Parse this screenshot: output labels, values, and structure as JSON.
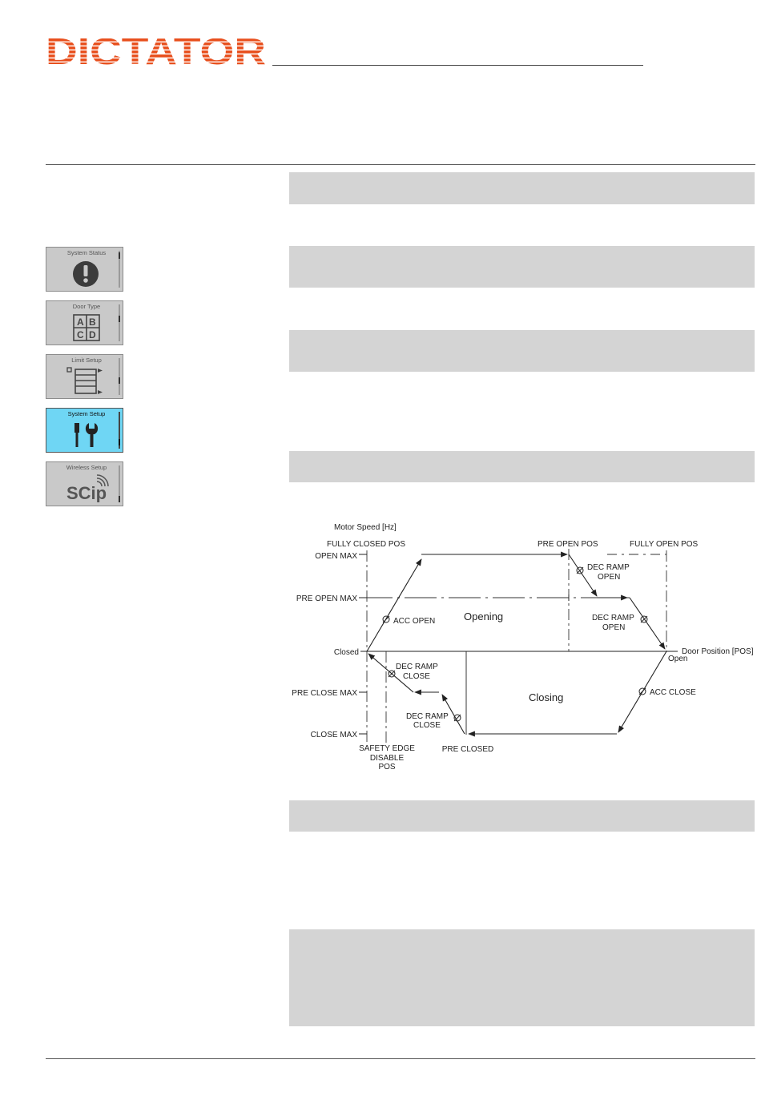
{
  "brand": {
    "logo_text": "DICTATOR",
    "logo_color": "#e8501e"
  },
  "sidebar": {
    "items": [
      {
        "label": "System Status",
        "icon": "exclamation-icon",
        "active": false
      },
      {
        "label": "Door Type",
        "icon": "abcd-grid-icon",
        "active": false
      },
      {
        "label": "Limit Setup",
        "icon": "door-limits-icon",
        "active": false
      },
      {
        "label": "System Setup",
        "icon": "tools-icon",
        "active": true
      },
      {
        "label": "Wireless Setup",
        "icon": "scip-wireless-icon",
        "active": false
      }
    ],
    "wireless_icon_text": "SCip",
    "active_color": "#6fd6f4"
  },
  "diagram": {
    "axis_y_title": "Motor Speed [Hz]",
    "axis_x_title": "Door Position [POS]",
    "y_levels": {
      "open_max": "OPEN MAX",
      "pre_open_max": "PRE OPEN MAX",
      "closed": "Closed",
      "pre_close_max": "PRE CLOSE MAX",
      "close_max": "CLOSE MAX"
    },
    "positions": {
      "fully_closed": "FULLY CLOSED POS",
      "pre_open": "PRE OPEN POS",
      "fully_open": "FULLY OPEN POS",
      "open": "Open",
      "safety_edge_1": "SAFETY EDGE",
      "safety_edge_2": "DISABLE",
      "safety_edge_3": "POS",
      "pre_closed": "PRE CLOSED"
    },
    "regions": {
      "opening": "Opening",
      "closing": "Closing"
    },
    "params": {
      "acc_open": "ACC OPEN",
      "acc_close": "ACC CLOSE",
      "dec_ramp_open_1a": "DEC RAMP",
      "dec_ramp_open_1b": "OPEN",
      "dec_ramp_open_2a": "DEC RAMP",
      "dec_ramp_open_2b": "OPEN",
      "dec_ramp_close_1a": "DEC RAMP",
      "dec_ramp_close_1b": "CLOSE",
      "dec_ramp_close_2a": "DEC RAMP",
      "dec_ramp_close_2b": "CLOSE"
    }
  }
}
